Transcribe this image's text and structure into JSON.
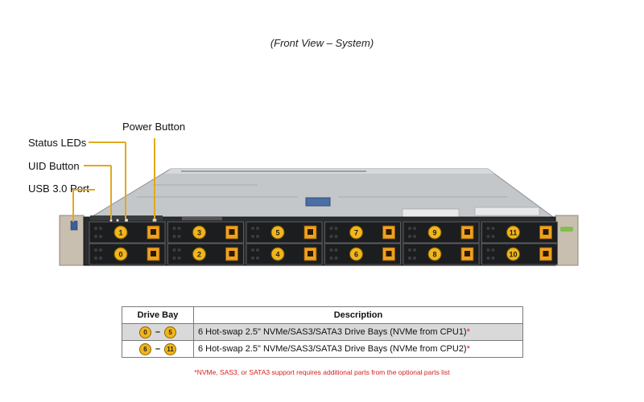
{
  "caption": "(Front View – System)",
  "callouts": {
    "power_button": "Power Button",
    "status_leds": "Status LEDs",
    "uid_button": "UID Button",
    "usb_port": "USB 3.0 Port"
  },
  "bays": {
    "top_row": [
      "1",
      "3",
      "5",
      "7",
      "9",
      "11"
    ],
    "bottom_row": [
      "0",
      "2",
      "4",
      "6",
      "8",
      "10"
    ]
  },
  "table": {
    "header_drive_bay": "Drive Bay",
    "header_description": "Description",
    "rows": [
      {
        "from": "0",
        "dash": "–",
        "to": "5",
        "description": "6 Hot-swap 2.5\" NVMe/SAS3/SATA3 Drive Bays (NVMe from CPU1)",
        "mark": "*"
      },
      {
        "from": "6",
        "dash": "–",
        "to": "11",
        "description": "6 Hot-swap 2.5\" NVMe/SAS3/SATA3 Drive Bays (NVMe from CPU2)",
        "mark": "*"
      }
    ]
  },
  "footnote": "*NVMe, SAS3, or SATA3 support requires additional parts from the optional parts list",
  "colors": {
    "bay_number": "#f2b51a",
    "drive_latch": "#f0a020",
    "leader_line": "#e2a91c",
    "chassis": "#b8bcc0",
    "footnote": "#d32020"
  }
}
